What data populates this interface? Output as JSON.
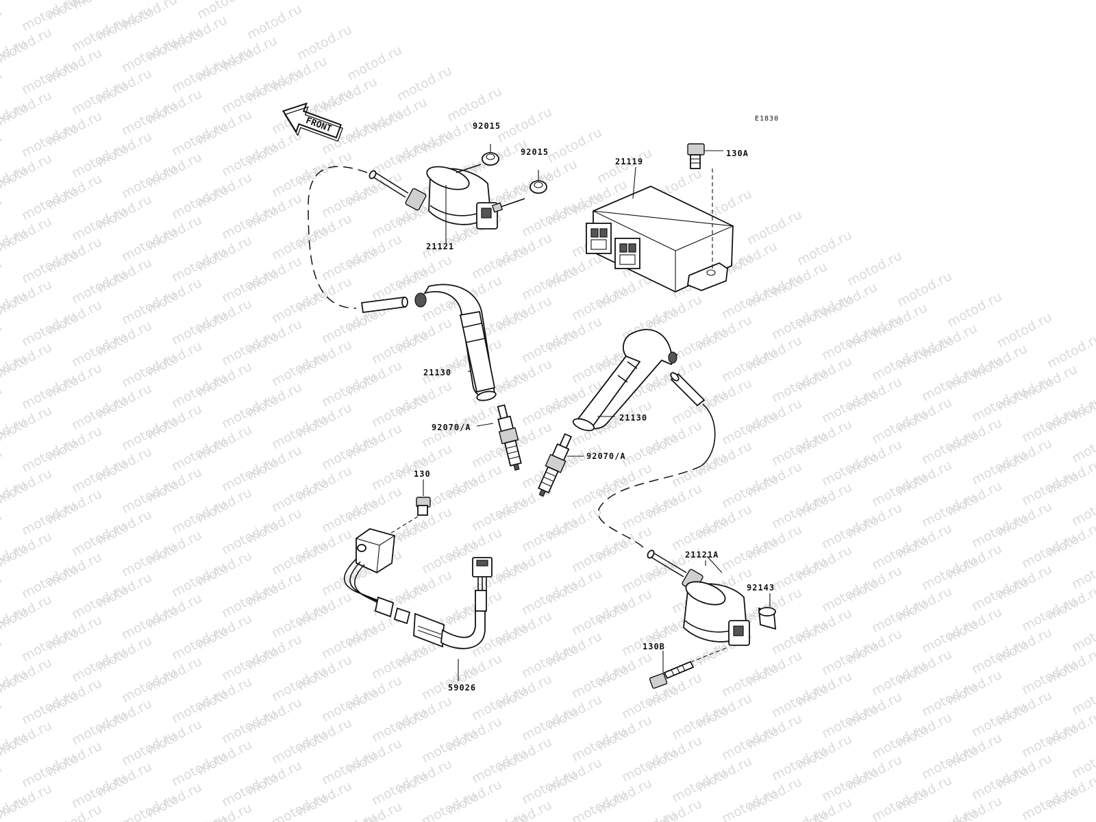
{
  "diagram": {
    "code": "E1830",
    "front_arrow_text": "FRONT",
    "watermark_text": "motod.ru",
    "labels": {
      "p92015_a": "92015",
      "p92015_b": "92015",
      "p21119": "21119",
      "p130A": "130A",
      "p21121": "21121",
      "p21130_a": "21130",
      "p21130_b": "21130",
      "p92070_a": "92070/A",
      "p92070_b": "92070/A",
      "p130": "130",
      "p21121A": "21121A",
      "p92143": "92143",
      "p130B": "130B",
      "p59026": "59026"
    }
  }
}
